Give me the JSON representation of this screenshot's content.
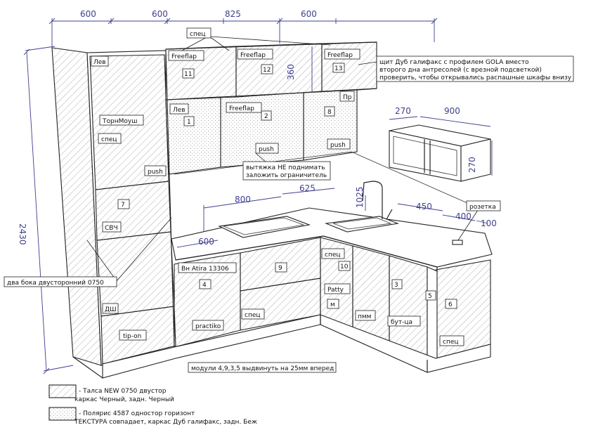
{
  "dimensions": {
    "top_600_a": "600",
    "top_600_b": "600",
    "top_825": "825",
    "top_600_c": "600",
    "height_2430": "2430",
    "upper_360": "360",
    "shelf_270_w": "270",
    "shelf_900": "900",
    "shelf_270_h": "270",
    "counter_800": "800",
    "counter_625": "625",
    "counter_600": "600",
    "counter_1025": "1025",
    "counter_450": "450",
    "counter_400": "400",
    "counter_100": "100"
  },
  "labels": {
    "spec_top": "спец",
    "lev_top": "Лев",
    "freeflap_1": "Freeflap",
    "freeflap_2": "Freeflap",
    "freeflap_3": "Freeflap",
    "freeflap_mid": "Freeflap",
    "n11": "11",
    "n12": "12",
    "n13": "13",
    "lev_mid": "Лев",
    "pr": "Пр",
    "n1": "1",
    "n2": "2",
    "n8": "8",
    "tophmoush": "ТорнМоуш",
    "spec_tall": "спец",
    "push_tall": "push",
    "push_mid": "push",
    "push_right": "push",
    "hood_note_1": "вытяжка НЕ поднимать",
    "hood_note_2": "заложить ограничитель",
    "n7": "7",
    "svch": "СВЧ",
    "two_sides": "два бока двусторонний 0750",
    "dsh": "ДШ",
    "tip_on": "tip-on",
    "bn_atira": "Вн Atira 13306",
    "n4": "4",
    "practiko": "practiko",
    "n9": "9",
    "spec_drawer": "спец",
    "spec_corner": "спец",
    "n10": "10",
    "patty": "Patty",
    "m": "м",
    "pmm": "пмм",
    "n3": "3",
    "but_tsa": "бут-ца",
    "n5": "5",
    "n6": "6",
    "spec_right": "спец",
    "rozetka": "розетка",
    "gola_note_1": "щит Дуб галифакс с профилем GOLA вместо",
    "gola_note_2": "второго дна антресолей (с врезной подсветкой)",
    "gola_note_3": "проверить, чтобы открывались распашные шкафы внизу",
    "modules_note": "модули 4,9,3,5 выдвинуть на 25мм вперед"
  },
  "legend": {
    "hatch_line1": "- Талса NEW 0750 двустор",
    "hatch_line2": "каркас Черный, задн. Черный",
    "dots_line1": "- Полярис 4587 одностор горизонт",
    "dots_line2": "ТЕКСТУРА совпадает, каркас Дуб галифакс, задн. Беж"
  }
}
